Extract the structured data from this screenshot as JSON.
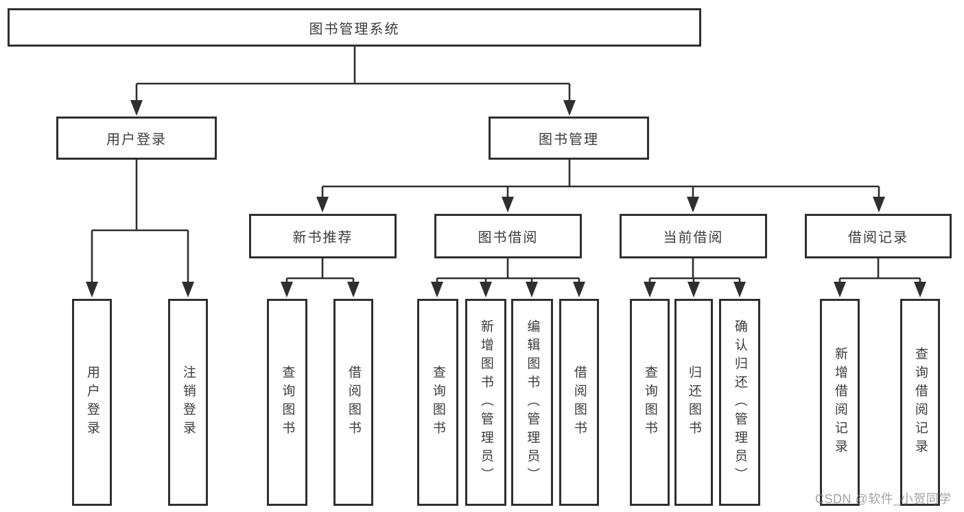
{
  "diagram_title": "图书管理系统",
  "tree": {
    "label": "图书管理系统",
    "children": [
      {
        "label": "用户登录",
        "children": [
          {
            "label": "用户登录"
          },
          {
            "label": "注销登录"
          }
        ]
      },
      {
        "label": "图书管理",
        "children": [
          {
            "label": "新书推荐",
            "children": [
              {
                "label": "查询图书"
              },
              {
                "label": "借阅图书"
              }
            ]
          },
          {
            "label": "图书借阅",
            "children": [
              {
                "label": "查询图书"
              },
              {
                "label": "新增图书（管理员）"
              },
              {
                "label": "编辑图书（管理员）"
              },
              {
                "label": "借阅图书"
              }
            ]
          },
          {
            "label": "当前借阅",
            "children": [
              {
                "label": "查询图书"
              },
              {
                "label": "归还图书"
              },
              {
                "label": "确认归还（管理员）"
              }
            ]
          },
          {
            "label": "借阅记录",
            "children": [
              {
                "label": "新增借阅记录"
              },
              {
                "label": "查询借阅记录"
              }
            ]
          }
        ]
      }
    ]
  },
  "watermark": {
    "text": "CSDN @软件_小贺同学"
  },
  "colors": {
    "line": "#2f2f2f",
    "text": "#3c3c3c",
    "background": "#ffffff",
    "watermark": "#8c8c8c"
  }
}
